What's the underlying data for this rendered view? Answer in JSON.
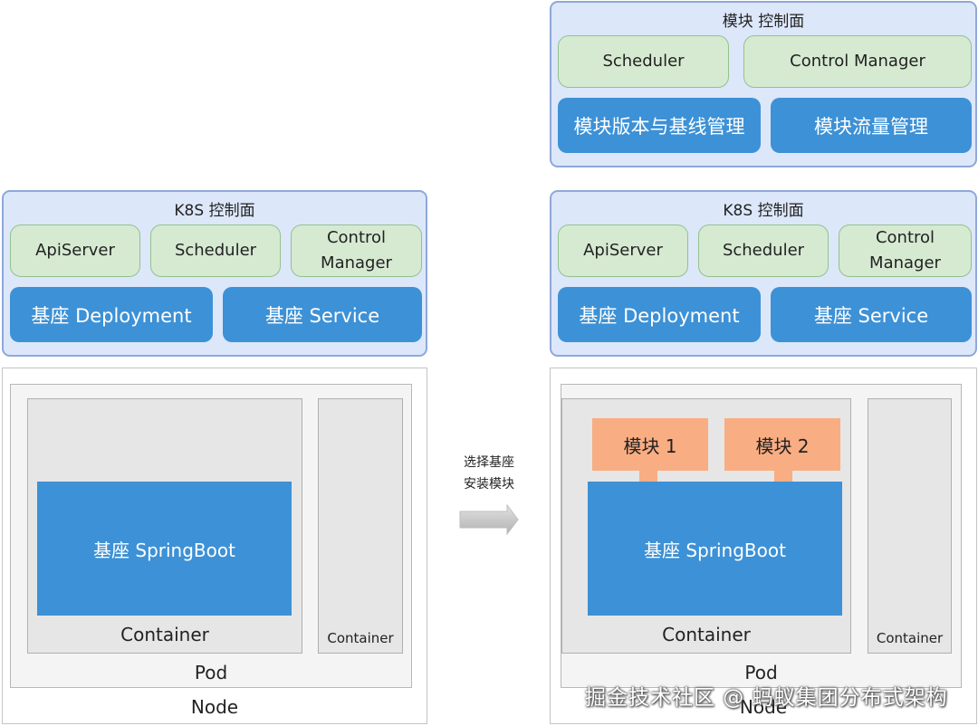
{
  "left": {
    "k8s": {
      "title": "K8S 控制面",
      "api_server": "ApiServer",
      "scheduler": "Scheduler",
      "control_manager": "Control\nManager",
      "deployment": "基座 Deployment",
      "service": "基座 Service"
    },
    "node": {
      "node_label": "Node",
      "pod_label": "Pod",
      "container_main": "Container",
      "container_side": "Container",
      "springboot": "基座 SpringBoot"
    }
  },
  "middle": {
    "line1": "选择基座",
    "line2": "安装模块"
  },
  "right": {
    "module_cp": {
      "title": "模块 控制面",
      "scheduler": "Scheduler",
      "control_manager": "Control Manager",
      "version": "模块版本与基线管理",
      "traffic": "模块流量管理"
    },
    "k8s": {
      "title": "K8S 控制面",
      "api_server": "ApiServer",
      "scheduler": "Scheduler",
      "control_manager": "Control\nManager",
      "deployment": "基座 Deployment",
      "service": "基座 Service"
    },
    "node": {
      "node_label": "Node",
      "pod_label": "Pod",
      "container_main": "Container",
      "container_side": "Container",
      "springboot": "基座 SpringBoot",
      "module1": "模块 1",
      "module2": "模块 2"
    }
  },
  "watermark": "掘金技术社区 @ 蚂蚁集团分布式架构"
}
